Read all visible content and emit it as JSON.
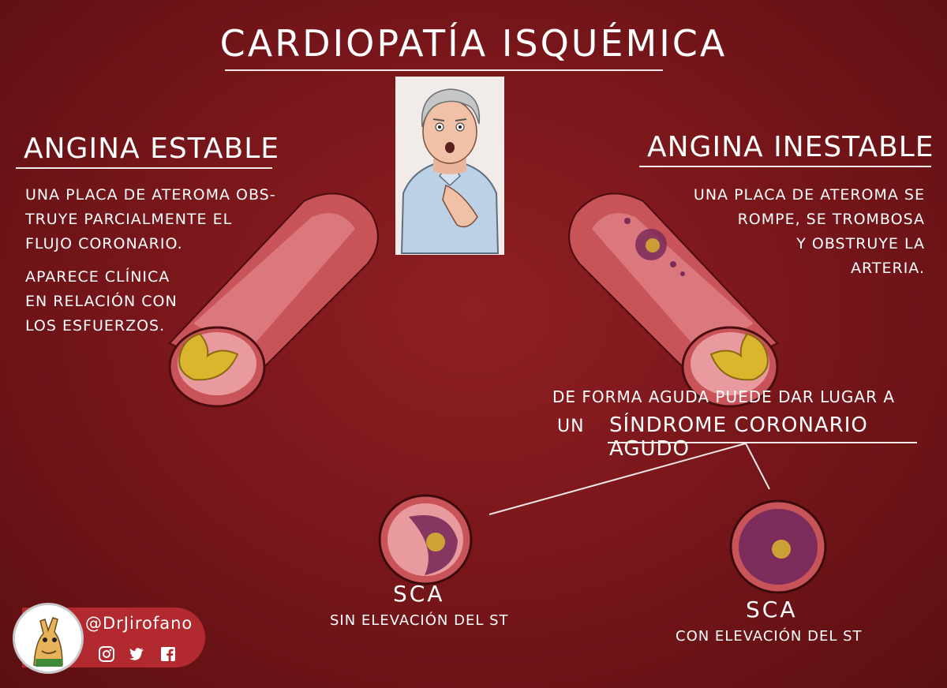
{
  "title": "CARDIOPATÍA ISQUÉMICA",
  "left": {
    "heading": "ANGINA ESTABLE",
    "desc_lines": [
      "UNA PLACA DE ATEROMA OBS-",
      "TRUYE PARCIALMENTE EL",
      "FLUJO CORONARIO."
    ],
    "clinic_lines": [
      "APARECE CLÍNICA",
      "EN RELACIÓN CON",
      "LOS ESFUERZOS."
    ]
  },
  "right": {
    "heading": "ANGINA INESTABLE",
    "desc_lines": [
      "UNA PLACA DE ATEROMA SE",
      "ROMPE, SE TROMBOSA",
      "Y OBSTRUYE LA",
      "ARTERIA."
    ]
  },
  "acute": {
    "line1": "DE FORMA AGUDA PUEDE DAR LUGAR A",
    "prefix": "UN",
    "highlight": "SÍNDROME CORONARIO AGUDO"
  },
  "outcomes": [
    {
      "abbr": "SCA",
      "label": "SIN ELEVACIÓN DEL ST"
    },
    {
      "abbr": "SCA",
      "label": "CON ELEVACIÓN DEL ST"
    }
  ],
  "brand": {
    "handle": "@DrJirofano",
    "icons": [
      "instagram-icon",
      "twitter-icon",
      "facebook-icon"
    ]
  },
  "colors": {
    "background": "#7a171b",
    "vessel": "#c8545a",
    "lumen": "#e2888c",
    "plaque": "#d9b62e",
    "thrombus": "#7b2c5a"
  }
}
